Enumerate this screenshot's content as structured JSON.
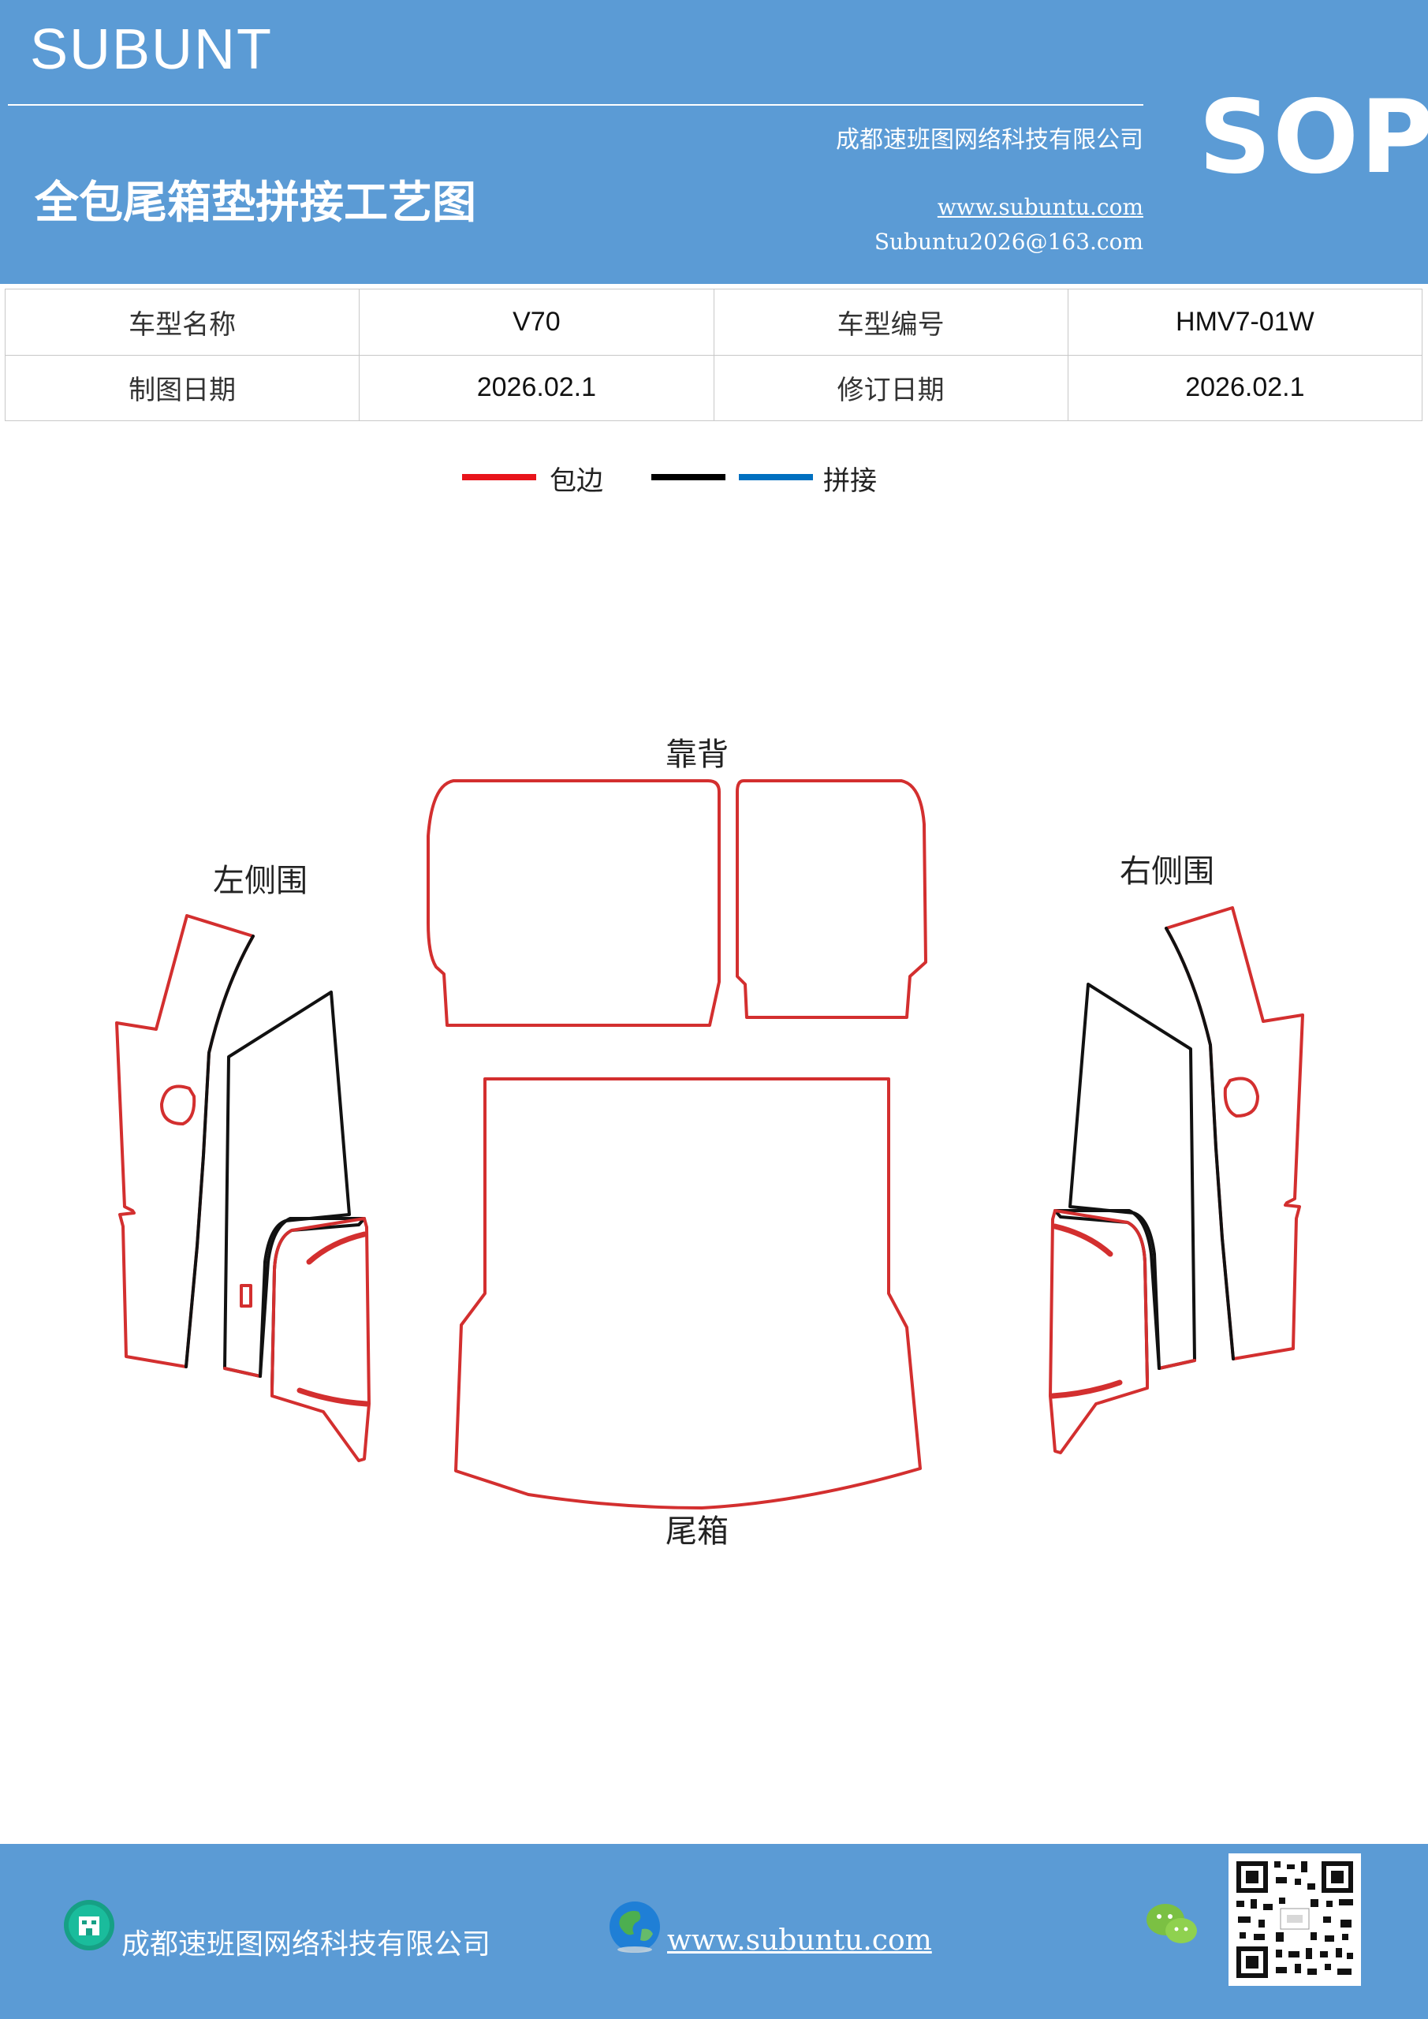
{
  "header": {
    "brand": "SUBUNT",
    "company": "成都速班图网络科技有限公司",
    "title": "全包尾箱垫拼接工艺图",
    "website": "www.subuntu.com",
    "email": "Subuntu2026@163.com",
    "badge": "SOP"
  },
  "info_table": {
    "model_name_label": "车型名称",
    "model_name_value": "V70",
    "model_code_label": "车型编号",
    "model_code_value": "HMV7-01W",
    "draw_date_label": "制图日期",
    "draw_date_value": "2026.02.1",
    "revise_date_label": "修订日期",
    "revise_date_value": "2026.02.1"
  },
  "legend": {
    "items": [
      {
        "label": "包边",
        "color": "#e8141b"
      },
      {
        "label": "",
        "color": "#000000"
      },
      {
        "label": "拼接",
        "color": "#0070c0"
      }
    ]
  },
  "diagram": {
    "labels": {
      "backrest": "靠背",
      "left_side": "左侧围",
      "right_side": "右侧围",
      "trunk": "尾箱"
    },
    "colors": {
      "edge": "#d32f2f",
      "seam": "#111111"
    }
  },
  "footer": {
    "company": "成都速班图网络科技有限公司",
    "website": "www.subuntu.com",
    "icons": [
      "building-icon",
      "globe-icon",
      "wechat-icon",
      "qr-code"
    ]
  }
}
